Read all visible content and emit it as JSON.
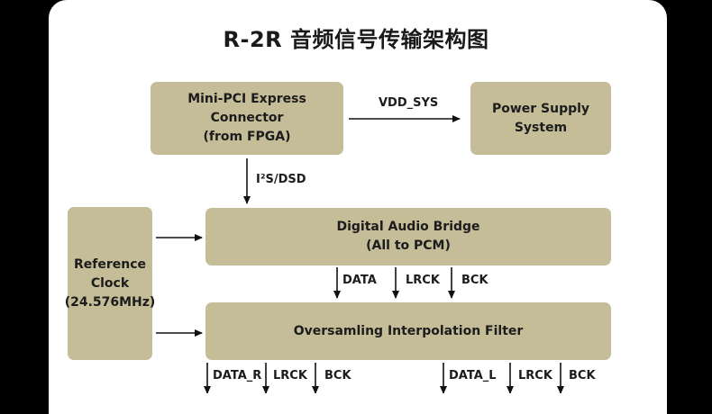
{
  "title": "R-2R 音频信号传输架构图",
  "colors": {
    "background": "#000000",
    "card": "#ffffff",
    "box_fill": "#c5bd98",
    "text": "#1c1c1c",
    "arrow": "#111111"
  },
  "nodes": {
    "mini_pci": {
      "line1": "Mini-PCI Express Connector",
      "line2": "(from FPGA)"
    },
    "power_supply": {
      "line1": "Power Supply",
      "line2": "System"
    },
    "reference_clock": {
      "line1": "Reference",
      "line2": "Clock",
      "line3": "(24.576MHz)"
    },
    "digital_audio_bridge": {
      "line1": "Digital Audio Bridge",
      "line2": "(All to PCM)"
    },
    "oversampling_filter": {
      "line1": "Oversamling Interpolation Filter"
    }
  },
  "edges": {
    "vdd_sys": "VDD_SYS",
    "i2s_dsd": "I²S/DSD",
    "bridge_to_filter": [
      "DATA",
      "LRCK",
      "BCK"
    ],
    "filter_out_right": [
      "DATA_R",
      "LRCK",
      "BCK"
    ],
    "filter_out_left": [
      "DATA_L",
      "LRCK",
      "BCK"
    ]
  }
}
